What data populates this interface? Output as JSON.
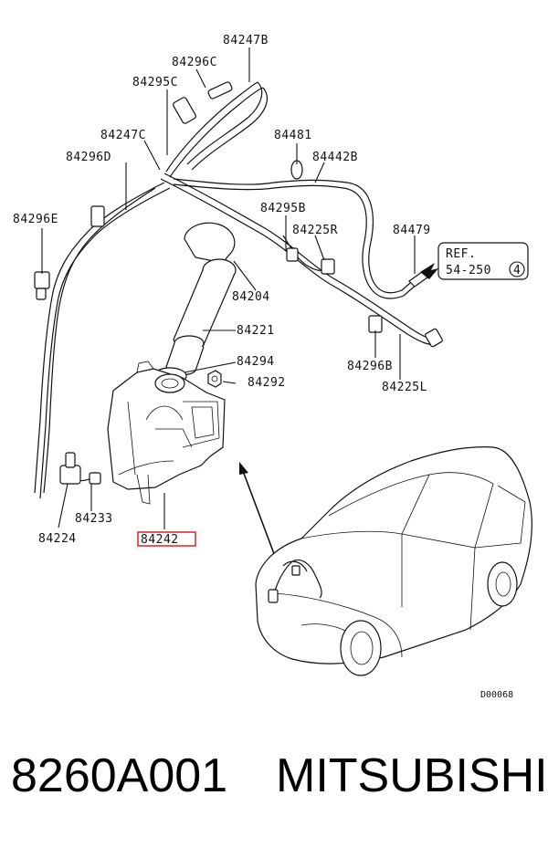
{
  "labels": {
    "l84247B": "84247B",
    "l84296C": "84296C",
    "l84295C": "84295C",
    "l84247C": "84247C",
    "l84296D": "84296D",
    "l84296E": "84296E",
    "l84481": "84481",
    "l84442B": "84442B",
    "l84295B": "84295B",
    "l84225R": "84225R",
    "l84479": "84479",
    "l84204": "84204",
    "l84221": "84221",
    "l84294": "84294",
    "l84292": "84292",
    "l84296B": "84296B",
    "l84225L": "84225L",
    "l84233": "84233",
    "l84224": "84224",
    "l84242": "84242"
  },
  "ref": {
    "line1": "REF.",
    "line2": "54-250",
    "circled": "4"
  },
  "drawing_code": "D00068",
  "footer": {
    "part_number": "8260A001",
    "brand": "MITSUBISHI"
  },
  "colors": {
    "highlight_box": "#e03030",
    "ink": "#111111",
    "background": "#ffffff"
  }
}
